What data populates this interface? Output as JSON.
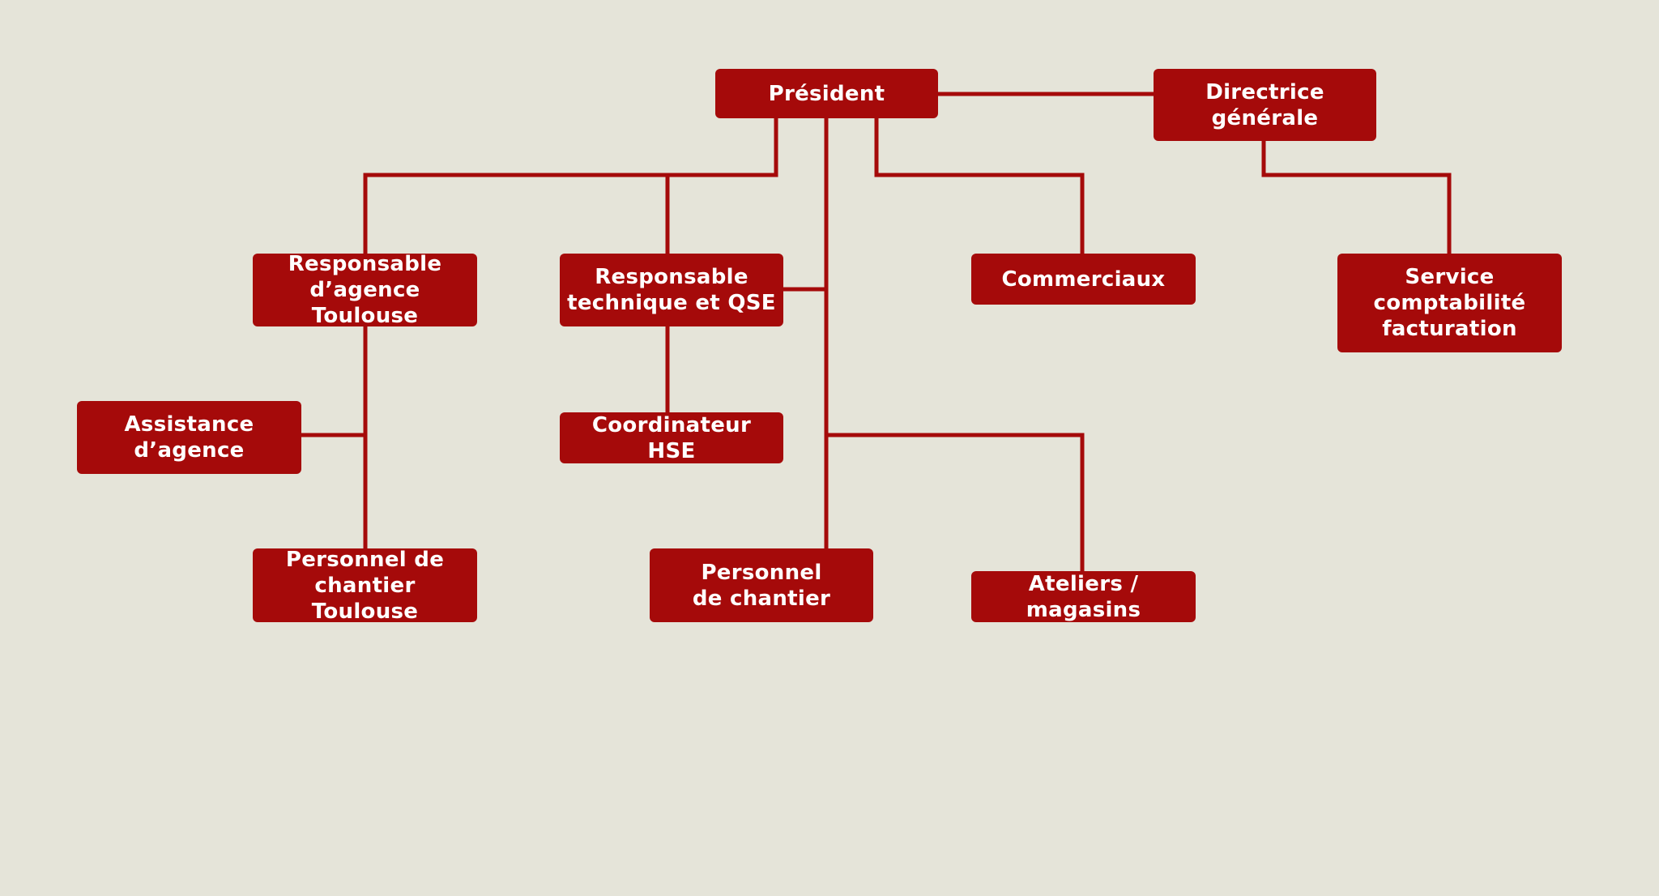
{
  "palette": {
    "background": "#e5e4d9",
    "node_fill": "#a50a0a",
    "node_text": "#ffffff",
    "connector": "#a50a0a"
  },
  "nodes": {
    "president": "Président",
    "directrice_generale": "Directrice\ngénérale",
    "responsable_agence_toulouse": "Responsable\nd’agence Toulouse",
    "responsable_technique_qse": "Responsable\ntechnique et QSE",
    "commerciaux": "Commerciaux",
    "service_comptabilite": "Service\ncomptabilité\nfacturation",
    "assistance_agence": "Assistance\nd’agence",
    "coordinateur_hse": "Coordinateur HSE",
    "personnel_chantier_toulouse": "Personnel de\nchantier Toulouse",
    "personnel_chantier": "Personnel\nde chantier",
    "ateliers_magasins": "Ateliers / magasins"
  },
  "relations": [
    [
      "president",
      "directrice_generale"
    ],
    [
      "president",
      "responsable_agence_toulouse"
    ],
    [
      "president",
      "responsable_technique_qse"
    ],
    [
      "president",
      "commerciaux"
    ],
    [
      "president",
      "personnel_chantier"
    ],
    [
      "president",
      "ateliers_magasins"
    ],
    [
      "directrice_generale",
      "service_comptabilite"
    ],
    [
      "responsable_agence_toulouse",
      "assistance_agence"
    ],
    [
      "responsable_agence_toulouse",
      "personnel_chantier_toulouse"
    ],
    [
      "responsable_technique_qse",
      "coordinateur_hse"
    ]
  ]
}
